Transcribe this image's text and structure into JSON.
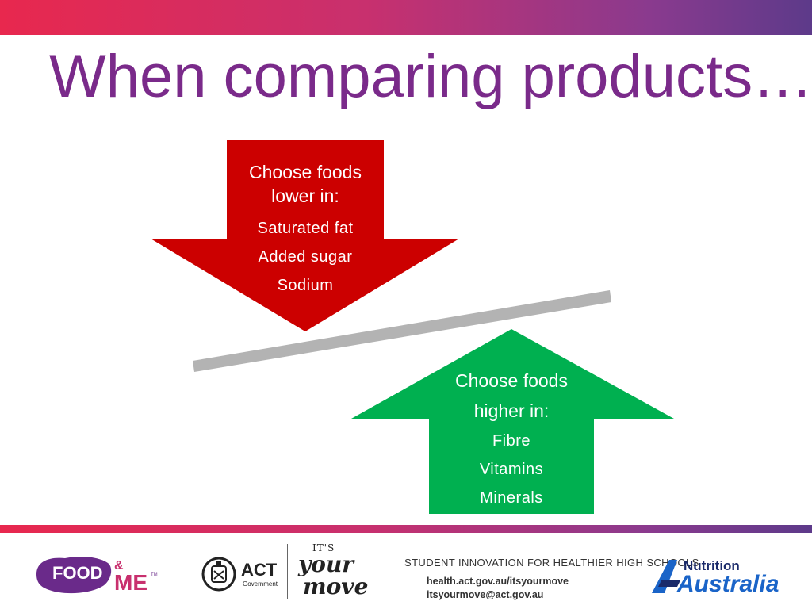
{
  "slide": {
    "title": "When comparing products…"
  },
  "lower_arrow": {
    "heading_line1": "Choose foods",
    "heading_line2": "lower in:",
    "items": [
      "Saturated fat",
      "Added sugar",
      "Sodium"
    ],
    "color": "#cc0000"
  },
  "higher_arrow": {
    "heading_line1": "Choose foods",
    "heading_line2": "higher in:",
    "items": [
      "Fibre",
      "Vitamins",
      "Minerals"
    ],
    "color": "#00b050"
  },
  "balance_beam": {
    "color": "#b3b3b3"
  },
  "footer": {
    "food_and_me": {
      "word1": "FOOD",
      "amp": "&",
      "word2": "ME",
      "tm": "TM"
    },
    "act": {
      "name": "ACT",
      "sub": "Government"
    },
    "its_your_move": {
      "its": "IT'S",
      "your": "your",
      "move": "move"
    },
    "program": "STUDENT INNOVATION FOR HEALTHIER HIGH SCHOOLS",
    "contact_web": "health.act.gov.au/itsyourmove",
    "contact_email": "itsyourmove@act.gov.au",
    "nutrition_australia": {
      "line1": "Nutrition",
      "line2": "Australia"
    }
  },
  "colors": {
    "title": "#7a2a8a",
    "accent_gradient_start": "#e8284e",
    "accent_gradient_end": "#5d3a8a"
  }
}
